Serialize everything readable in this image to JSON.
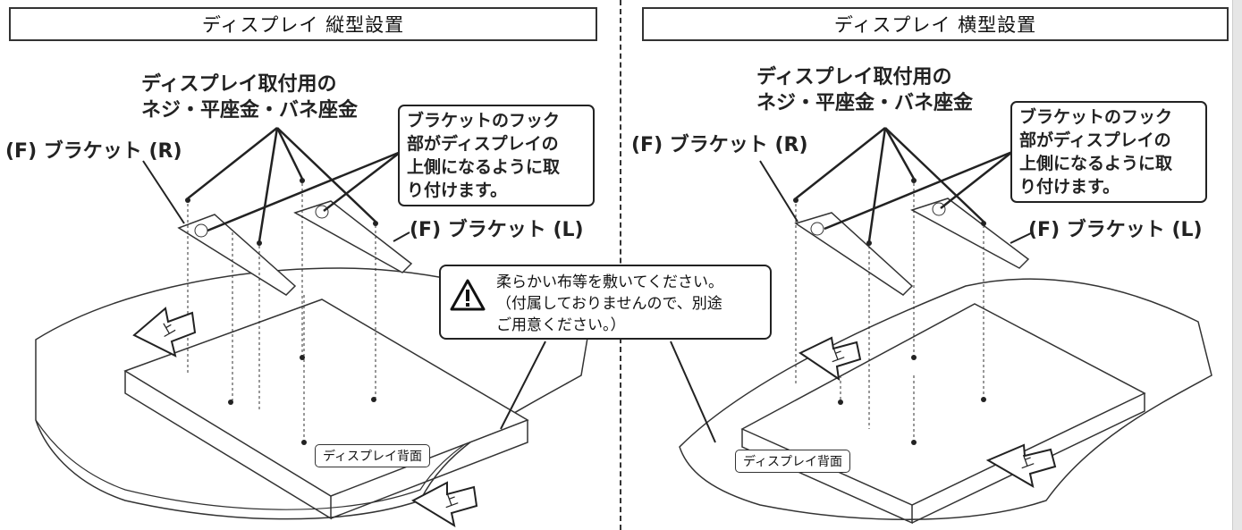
{
  "left": {
    "title": "ディスプレイ 縦型設置",
    "screw_label_line1": "ディスプレイ取付用の",
    "screw_label_line2": "ネジ・平座金・バネ座金",
    "bracket_fr": "(F) ブラケット (R)",
    "bracket_fl": "(F) ブラケット (L)",
    "hook_line1": "ブラケットのフック",
    "hook_line2": "部がディスプレイの",
    "hook_line3": "上側になるように取",
    "hook_line4": "り付けます。",
    "back_label": "ディスプレイ背面"
  },
  "right": {
    "title": "ディスプレイ 横型設置",
    "screw_label_line1": "ディスプレイ取付用の",
    "screw_label_line2": "ネジ・平座金・バネ座金",
    "bracket_fr": "(F) ブラケット (R)",
    "bracket_fl": "(F) ブラケット (L)",
    "hook_line1": "ブラケットのフック",
    "hook_line2": "部がディスプレイの",
    "hook_line3": "上側になるように取",
    "hook_line4": "り付けます。",
    "back_label": "ディスプレイ背面"
  },
  "warning": {
    "icon": "warning-triangle-icon",
    "line1": "柔らかい布等を敷いてください。",
    "line2": "（付属しておりませんので、別途",
    "line3": "ご用意ください。）"
  }
}
